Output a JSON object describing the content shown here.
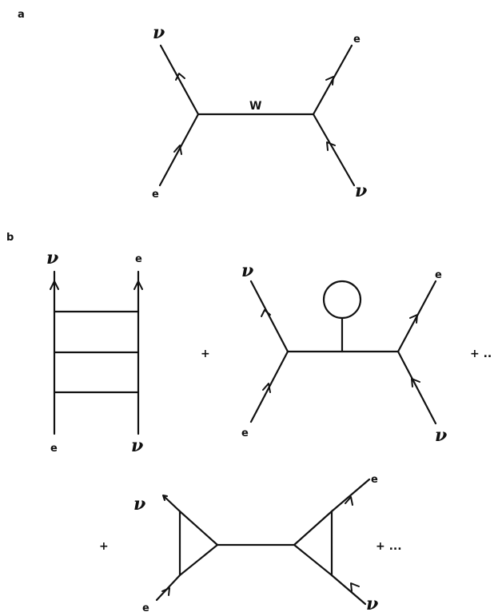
{
  "panels": {
    "a": {
      "label": "a"
    },
    "b": {
      "label": "b"
    }
  },
  "labels": {
    "nu": "ν",
    "e": "e",
    "w": "W",
    "plus": "+",
    "plus_dots_short": "+ ..",
    "plus_dots_long": "+ ..."
  }
}
